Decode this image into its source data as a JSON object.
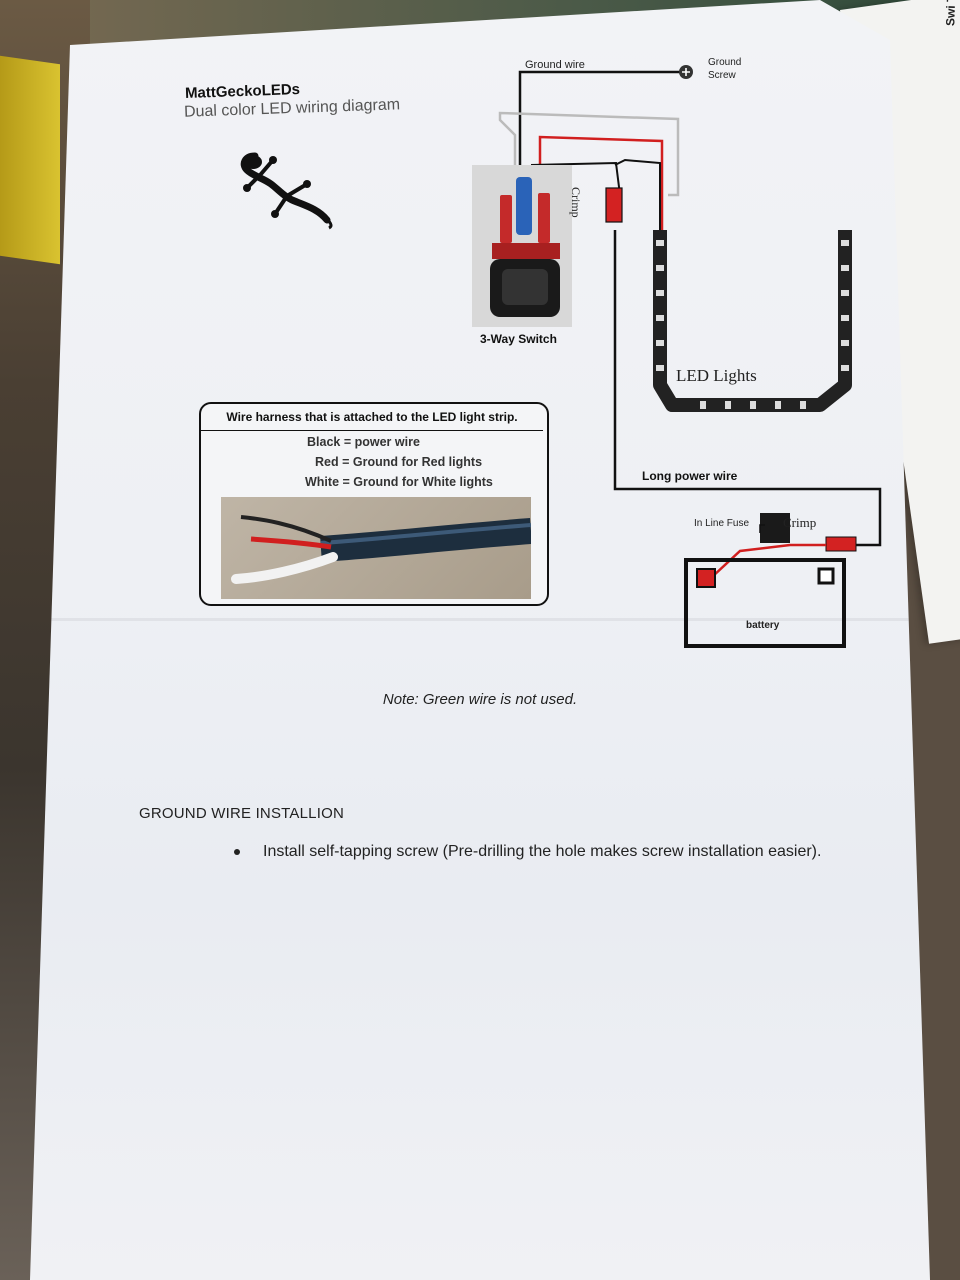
{
  "header": {
    "brand": "MattGeckoLEDs",
    "subtitle": "Dual color LED wiring diagram"
  },
  "diagram": {
    "ground_wire_label": "Ground wire",
    "ground_screw_label_line1": "Ground",
    "ground_screw_label_line2": "Screw",
    "switch_label": "3-Way Switch",
    "crimp_label_top": "Crimp",
    "led_lights_label": "LED Lights",
    "long_power_wire_label": "Long power wire",
    "inline_fuse_label": "In Line Fuse",
    "crimp_label_bottom": "Crimp",
    "battery_label": "battery"
  },
  "harness": {
    "title": "Wire harness that is attached to the LED light strip.",
    "lines": [
      "Black = power wire",
      "Red = Ground for Red lights",
      "White = Ground for White lights"
    ]
  },
  "note": "Note: Green wire is not used.",
  "section": {
    "heading": "GROUND WIRE INSTALLION",
    "bullets": [
      "Install self-tapping screw (Pre-drilling the hole makes screw installation easier)."
    ]
  },
  "back_sheet_text": "Swi Th",
  "colors": {
    "wire_red": "#d11f1f",
    "wire_black": "#111111",
    "wire_white": "#bbbbbb",
    "wire_blue": "#2a63b8"
  }
}
